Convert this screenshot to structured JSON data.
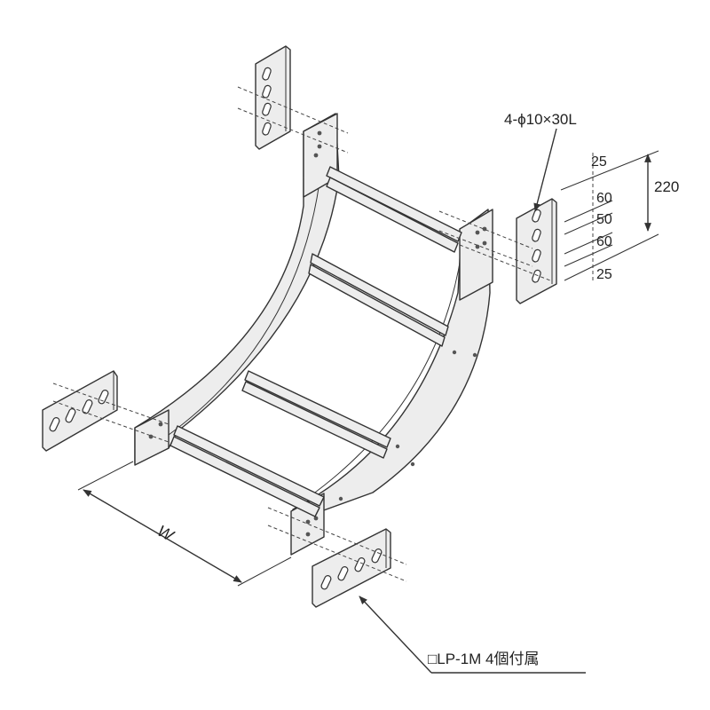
{
  "bolt_spec": "4-ϕ10×30L",
  "dimensions": {
    "total": "220",
    "top": "25",
    "gap1": "60",
    "middle": "50",
    "gap2": "60",
    "bottom": "25"
  },
  "width_label": "W",
  "accessory_note": "□LP-1M 4個付属"
}
